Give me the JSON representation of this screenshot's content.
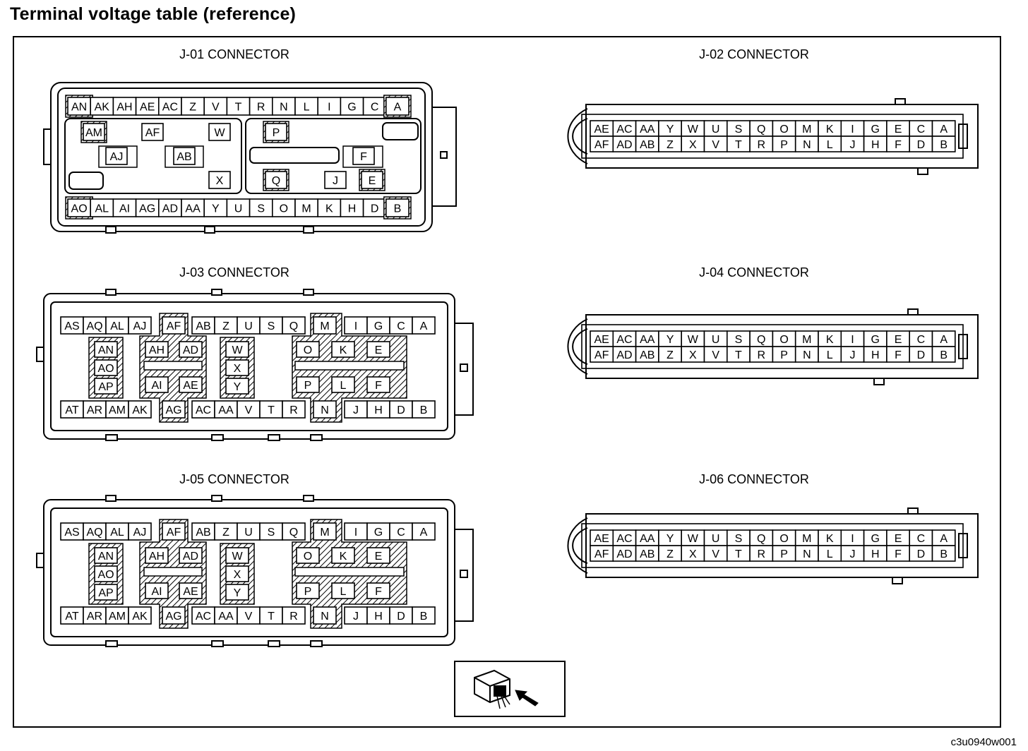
{
  "title": "Terminal voltage table (reference)",
  "footer_code": "c3u0940w001",
  "connectors": {
    "j01": {
      "label": "J-01 CONNECTOR",
      "top_row": [
        "AN",
        "AK",
        "AH",
        "AE",
        "AC",
        "Z",
        "V",
        "T",
        "R",
        "N",
        "L",
        "I",
        "G",
        "C",
        "A"
      ],
      "bottom_row": [
        "AO",
        "AL",
        "AI",
        "AG",
        "AD",
        "AA",
        "Y",
        "U",
        "S",
        "O",
        "M",
        "K",
        "H",
        "D",
        "B"
      ],
      "inner": [
        "AM",
        "AF",
        "W",
        "AJ",
        "AB",
        "X",
        "P",
        "F",
        "Q",
        "J",
        "E"
      ]
    },
    "j02": {
      "label": "J-02 CONNECTOR",
      "top_row": [
        "AE",
        "AC",
        "AA",
        "Y",
        "W",
        "U",
        "S",
        "Q",
        "O",
        "M",
        "K",
        "I",
        "G",
        "E",
        "C",
        "A"
      ],
      "bottom_row": [
        "AF",
        "AD",
        "AB",
        "Z",
        "X",
        "V",
        "T",
        "R",
        "P",
        "N",
        "L",
        "J",
        "H",
        "F",
        "D",
        "B"
      ]
    },
    "j03": {
      "label": "J-03 CONNECTOR",
      "top_left": [
        "AS",
        "AQ",
        "AL",
        "AJ"
      ],
      "top_mid1": [
        "AF"
      ],
      "top_mid2": [
        "AB",
        "Z",
        "U",
        "S",
        "Q"
      ],
      "top_mid3": [
        "M"
      ],
      "top_right": [
        "I",
        "G",
        "C",
        "A"
      ],
      "col_a": [
        "AN",
        "AO",
        "AP"
      ],
      "col_b_top": [
        "AH",
        "AD"
      ],
      "col_b_bot": [
        "AI",
        "AE"
      ],
      "col_c": [
        "W",
        "X",
        "Y"
      ],
      "col_d_top": [
        "O",
        "K",
        "E"
      ],
      "col_d_bot": [
        "P",
        "L",
        "F"
      ],
      "bot_left": [
        "AT",
        "AR",
        "AM",
        "AK"
      ],
      "bot_mid1": [
        "AG"
      ],
      "bot_mid2": [
        "AC",
        "AA",
        "V",
        "T",
        "R"
      ],
      "bot_mid3": [
        "N"
      ],
      "bot_right": [
        "J",
        "H",
        "D",
        "B"
      ]
    },
    "j04": {
      "label": "J-04 CONNECTOR",
      "top_row": [
        "AE",
        "AC",
        "AA",
        "Y",
        "W",
        "U",
        "S",
        "Q",
        "O",
        "M",
        "K",
        "I",
        "G",
        "E",
        "C",
        "A"
      ],
      "bottom_row": [
        "AF",
        "AD",
        "AB",
        "Z",
        "X",
        "V",
        "T",
        "R",
        "P",
        "N",
        "L",
        "J",
        "H",
        "F",
        "D",
        "B"
      ]
    },
    "j05": {
      "label": "J-05 CONNECTOR",
      "top_left": [
        "AS",
        "AQ",
        "AL",
        "AJ"
      ],
      "top_mid1": [
        "AF"
      ],
      "top_mid2": [
        "AB",
        "Z",
        "U",
        "S",
        "Q"
      ],
      "top_mid3": [
        "M"
      ],
      "top_right": [
        "I",
        "G",
        "C",
        "A"
      ],
      "col_a": [
        "AN",
        "AO",
        "AP"
      ],
      "col_b_top": [
        "AH",
        "AD"
      ],
      "col_b_bot": [
        "AI",
        "AE"
      ],
      "col_c": [
        "W",
        "X",
        "Y"
      ],
      "col_d_top": [
        "O",
        "K",
        "E"
      ],
      "col_d_bot": [
        "P",
        "L",
        "F"
      ],
      "bot_left": [
        "AT",
        "AR",
        "AM",
        "AK"
      ],
      "bot_mid1": [
        "AG"
      ],
      "bot_mid2": [
        "AC",
        "AA",
        "V",
        "T",
        "R"
      ],
      "bot_mid3": [
        "N"
      ],
      "bot_right": [
        "J",
        "H",
        "D",
        "B"
      ]
    },
    "j06": {
      "label": "J-06 CONNECTOR",
      "top_row": [
        "AE",
        "AC",
        "AA",
        "Y",
        "W",
        "U",
        "S",
        "Q",
        "O",
        "M",
        "K",
        "I",
        "G",
        "E",
        "C",
        "A"
      ],
      "bottom_row": [
        "AF",
        "AD",
        "AB",
        "Z",
        "X",
        "V",
        "T",
        "R",
        "P",
        "N",
        "L",
        "J",
        "H",
        "F",
        "D",
        "B"
      ]
    }
  },
  "colors": {
    "line": "#000000",
    "background": "#ffffff"
  }
}
